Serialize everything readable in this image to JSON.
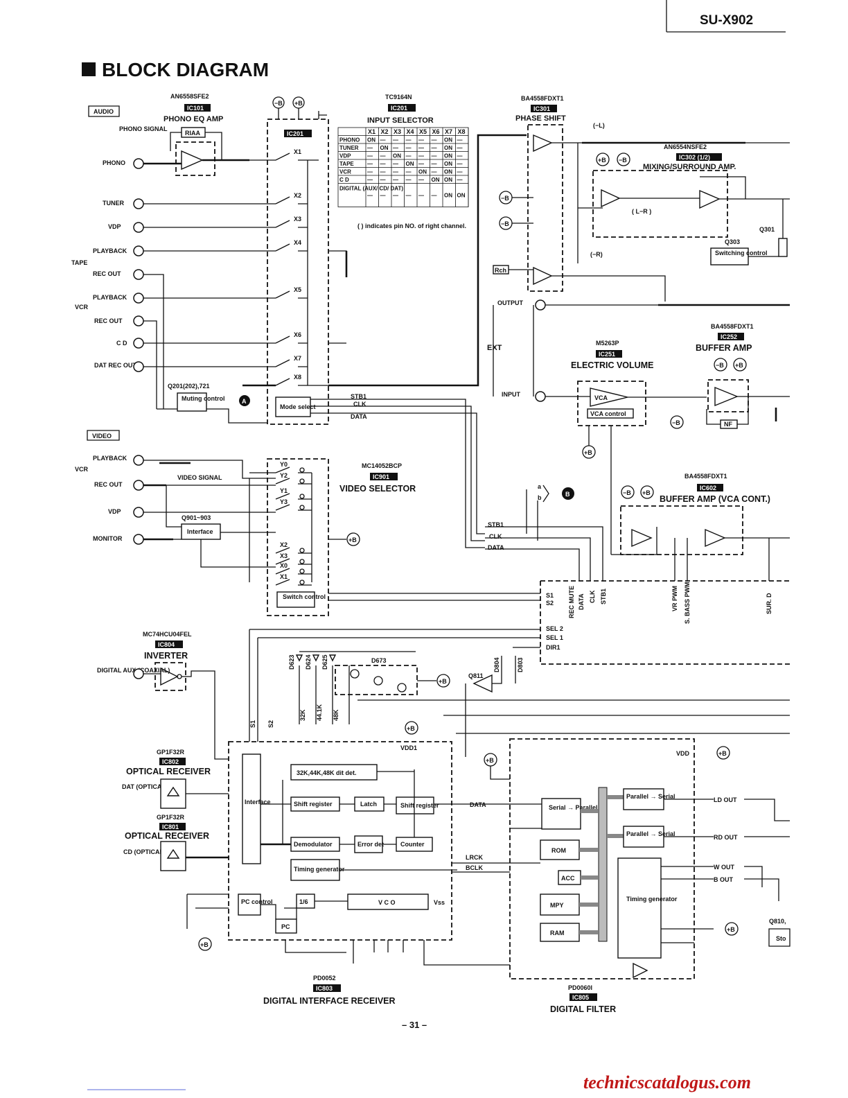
{
  "header": {
    "model": "SU-X902",
    "title": "BLOCK DIAGRAM",
    "page_number": "– 31 –",
    "watermark": "technicscatalogus.com"
  },
  "sections": {
    "audio": "AUDIO",
    "video": "VIDEO"
  },
  "ics": {
    "ic101": {
      "part": "AN6558SFE2",
      "ref": "IC101",
      "name": "PHONO EQ AMP"
    },
    "ic201": {
      "part": "TC9164N",
      "ref": "IC201",
      "name": "INPUT SELECTOR",
      "inner": "IC201"
    },
    "ic301": {
      "part": "BA4558FDXT1",
      "ref": "IC301",
      "name": "PHASE SHIFT"
    },
    "ic302": {
      "part": "AN6554NSFE2",
      "ref": "IC302 (1/2)",
      "name": "MIXING/SURROUND AMP."
    },
    "ic251": {
      "part": "M5263P",
      "ref": "IC251",
      "name": "ELECTRIC VOLUME"
    },
    "ic252": {
      "part": "BA4558FDXT1",
      "ref": "IC252",
      "name": "BUFFER AMP"
    },
    "ic602": {
      "part": "BA4558FDXT1",
      "ref": "IC602",
      "name": "BUFFER AMP (VCA CONT.)"
    },
    "ic901": {
      "part": "MC14052BCP",
      "ref": "IC901",
      "name": "VIDEO SELECTOR"
    },
    "ic804": {
      "part": "MC74HCU04FEL",
      "ref": "IC804",
      "name": "INVERTER"
    },
    "ic802": {
      "part": "GP1F32R",
      "ref": "IC802",
      "name": "OPTICAL RECEIVER"
    },
    "ic801": {
      "part": "GP1F32R",
      "ref": "IC801",
      "name": "OPTICAL RECEIVER"
    },
    "ic803": {
      "part": "PD0052",
      "ref": "IC803",
      "name": "DIGITAL INTERFACE RECEIVER"
    },
    "ic805": {
      "part": "PD0060I",
      "ref": "IC805",
      "name": "DIGITAL FILTER"
    }
  },
  "inputs": {
    "phono_signal": "PHONO SIGNAL",
    "phono": "PHONO",
    "tuner": "TUNER",
    "vdp": "VDP",
    "tape": "TAPE",
    "playback": "PLAYBACK",
    "rec_out": "REC OUT",
    "vcr": "VCR",
    "cd": "C D",
    "dat_rec_out": "DAT REC OUT",
    "video_signal": "VIDEO SIGNAL",
    "monitor": "MONITOR",
    "digital_aux": "DIGITAL AUX (COAXIAL)",
    "dat_optical": "DAT (OPTICAL)",
    "cd_optical": "CD (OPTICAL)"
  },
  "selector_table": {
    "columns": [
      "X1",
      "X2",
      "X3",
      "X4",
      "X5",
      "X6",
      "X7",
      "X8"
    ],
    "rows": [
      {
        "label": "PHONO",
        "cells": [
          "ON",
          "—",
          "—",
          "—",
          "—",
          "—",
          "ON",
          "—"
        ]
      },
      {
        "label": "TUNER",
        "cells": [
          "—",
          "ON",
          "—",
          "—",
          "—",
          "—",
          "ON",
          "—"
        ]
      },
      {
        "label": "VDP",
        "cells": [
          "—",
          "—",
          "ON",
          "—",
          "—",
          "—",
          "ON",
          "—"
        ]
      },
      {
        "label": "TAPE",
        "cells": [
          "—",
          "—",
          "—",
          "ON",
          "—",
          "—",
          "ON",
          "—"
        ]
      },
      {
        "label": "VCR",
        "cells": [
          "—",
          "—",
          "—",
          "—",
          "ON",
          "—",
          "ON",
          "—"
        ]
      },
      {
        "label": "C D",
        "cells": [
          "—",
          "—",
          "—",
          "—",
          "—",
          "ON",
          "ON",
          "—"
        ]
      },
      {
        "label": "DIGITAL (AUX/ CD/ DAT)",
        "cells": [
          "—",
          "—",
          "—",
          "—",
          "—",
          "—",
          "ON",
          "ON"
        ]
      }
    ],
    "note": "( ) indicates pin NO. of right channel."
  },
  "labels": {
    "riaa": "RIAA",
    "mode_select": "Mode select",
    "muting_control": "Muting control",
    "q201": "Q201(202),721",
    "interface": "Interface",
    "q901": "Q901~903",
    "switch_control": "Switch control",
    "switching_control": "Switching control",
    "q303": "Q303",
    "q301": "Q301",
    "vca": "VCA",
    "vca_control": "VCA control",
    "nf": "NF",
    "ext": "EXT",
    "output": "OUTPUT",
    "input": "INPUT",
    "minus_l": "(−L)",
    "minus_r": "(−R)",
    "l_r": "( L−R )",
    "rch": "Rch",
    "d673": "D673",
    "q811": "Q811",
    "q810": "Q810,",
    "sto": "Sto",
    "plus_b": "+B",
    "minus_b": "−B",
    "marker_a": "A",
    "marker_b": "B"
  },
  "signals": {
    "stb1": "STB1",
    "clk": "CLK",
    "data": "DATA",
    "s1": "S1",
    "s2": "S2",
    "sel2": "SEL 2",
    "sel1": "SEL 1",
    "dir1": "DIR1",
    "lrck": "LRCK",
    "bclk": "BCLK",
    "ld_out": "LD OUT",
    "rd_out": "RD OUT",
    "w_out": "W OUT",
    "b_out": "B OUT",
    "vdd": "VDD",
    "vss": "Vss",
    "vdd1": "VDD1",
    "rec_mute": "REC MUTE",
    "vr_pwm": "VR PWM",
    "s_bass_pwm": "S. BASS PWM",
    "sur_d": "SUR. D",
    "a": "a",
    "b": "b",
    "freq_32k": "32K",
    "freq_44k": "44.1K",
    "freq_48k": "48K"
  },
  "video_selector": [
    "Y0",
    "Y2",
    "Y1",
    "Y3",
    "X2",
    "X3",
    "X0",
    "X1"
  ],
  "dir_blocks": {
    "det": "32K,44K,48K dit det.",
    "interface": "Interface",
    "shift_register": "Shift register",
    "latch": "Latch",
    "shift_register2": "Shift register",
    "demodulator": "Demodulator",
    "error_det": "Error det",
    "counter": "Counter",
    "timing_generator": "Timing generator",
    "vco": "V C O",
    "div": "1/6",
    "pc": "PC",
    "pc_control": "PC control"
  },
  "df_blocks": {
    "serial_parallel": "Serial → Parallel",
    "parallel_serial_1": "Parallel → Serial",
    "parallel_serial_2": "Parallel → Serial",
    "rom": "ROM",
    "acc": "ACC",
    "mpy": "MPY",
    "ram": "RAM",
    "timing_generator": "Timing generator"
  }
}
